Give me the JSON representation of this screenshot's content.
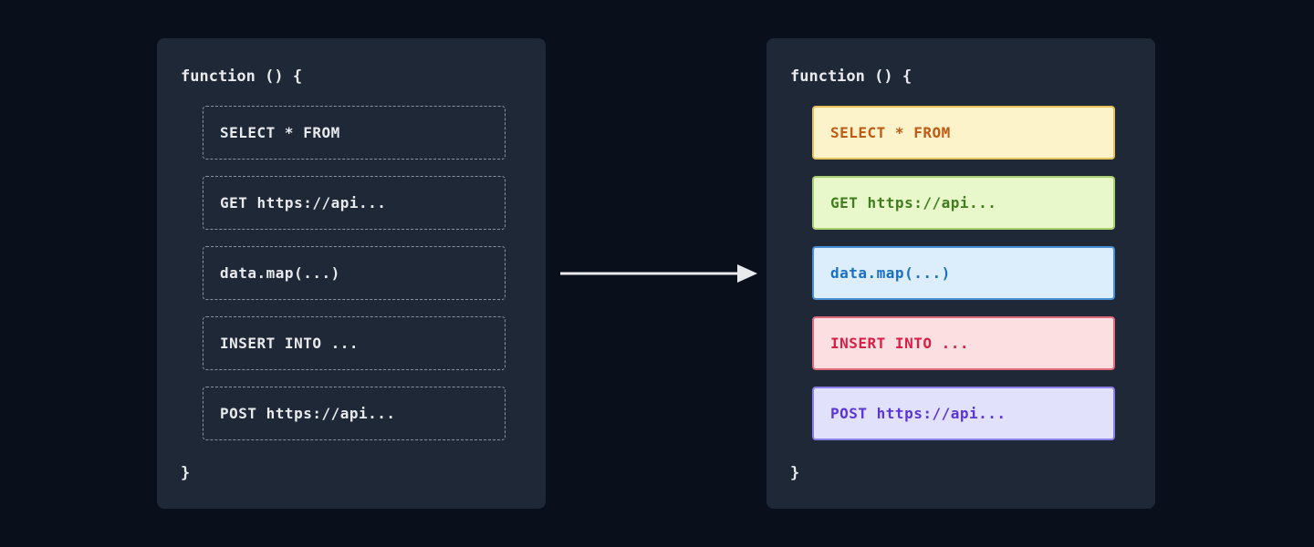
{
  "colors": {
    "background": "#0a0f1c",
    "panel_background": "#1f2836",
    "arrow": "#e8eaed",
    "dashed_border": "#8a93a3",
    "plain_code_text": "#e8eaed"
  },
  "left_panel": {
    "function_open": "function () {",
    "function_close": "}",
    "items": [
      {
        "label": "SELECT * FROM"
      },
      {
        "label": "GET https://api..."
      },
      {
        "label": "data.map(...)"
      },
      {
        "label": "INSERT INTO ..."
      },
      {
        "label": "POST https://api..."
      }
    ]
  },
  "right_panel": {
    "function_open": "function () {",
    "function_close": "}",
    "items": [
      {
        "label": "SELECT * FROM",
        "bg": "#fdf3cb",
        "border": "#e7c05a",
        "text": "#c05a14"
      },
      {
        "label": "GET https://api...",
        "bg": "#e9f8cb",
        "border": "#a9cf6e",
        "text": "#3f7d1e"
      },
      {
        "label": "data.map(...)",
        "bg": "#dcedfb",
        "border": "#4a8fd4",
        "text": "#1a6fc4"
      },
      {
        "label": "INSERT INTO ...",
        "bg": "#fcdfe1",
        "border": "#e06a7a",
        "text": "#d91f45"
      },
      {
        "label": "POST https://api...",
        "bg": "#e2e1fb",
        "border": "#8a7fe8",
        "text": "#5b35d5"
      }
    ]
  }
}
